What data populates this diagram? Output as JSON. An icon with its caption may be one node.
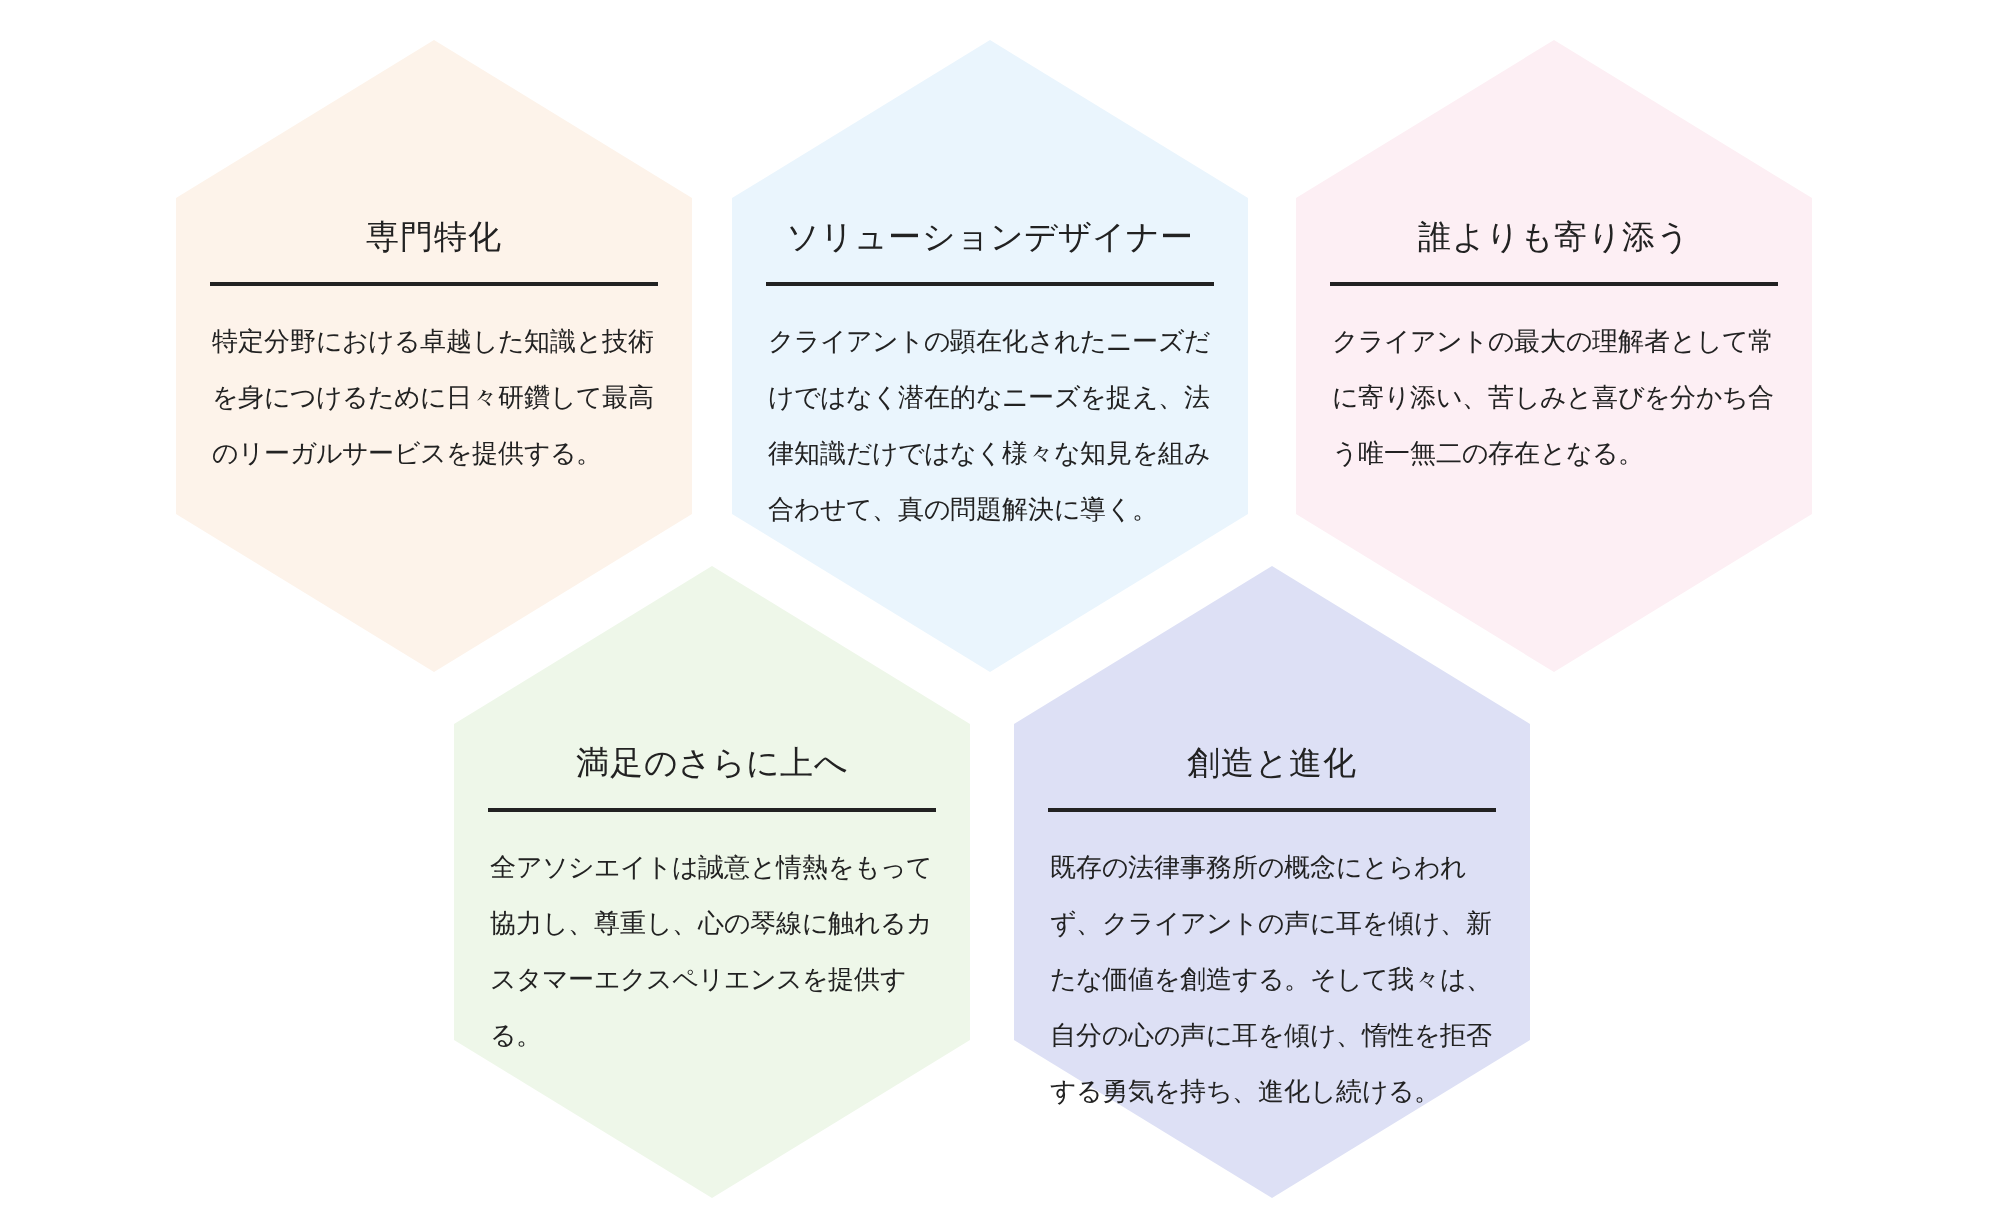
{
  "diagram": {
    "nodes": [
      {
        "text": [
          "専門特化",
          "特定分野における卓越した知識と技術を身につけるために日々研鑽して最高のリーガルサービスを提供する。"
        ]
      },
      {
        "text": [
          "ソリューションデザイナー",
          "クライアントの顕在化されたニーズだけではなく潜在的なニーズを捉え、法律知識だけではなく様々な知見を組み合わせて、真の問題解決に導く。"
        ]
      },
      {
        "text": [
          "誰よりも寄り添う",
          "クライアントの最大の理解者として常に寄り添い、苦しみと喜びを分かち合う唯一無二の存在となる。"
        ]
      },
      {
        "text": [
          "満足のさらに上へ",
          "全アソシエイトは誠意と情熱をもって協力し、尊重し、心の琴線に触れるカスタマーエクスペリエンスを提供する。"
        ]
      },
      {
        "text": [
          "創造と進化",
          "既存の法律事務所の概念にとらわれず、クライアントの声に耳を傾け、新たな価値を創造する。そして我々は、自分の心の声に耳を傾け、惰性を拒否する勇気を持ち、進化し続ける。"
        ]
      }
    ]
  }
}
